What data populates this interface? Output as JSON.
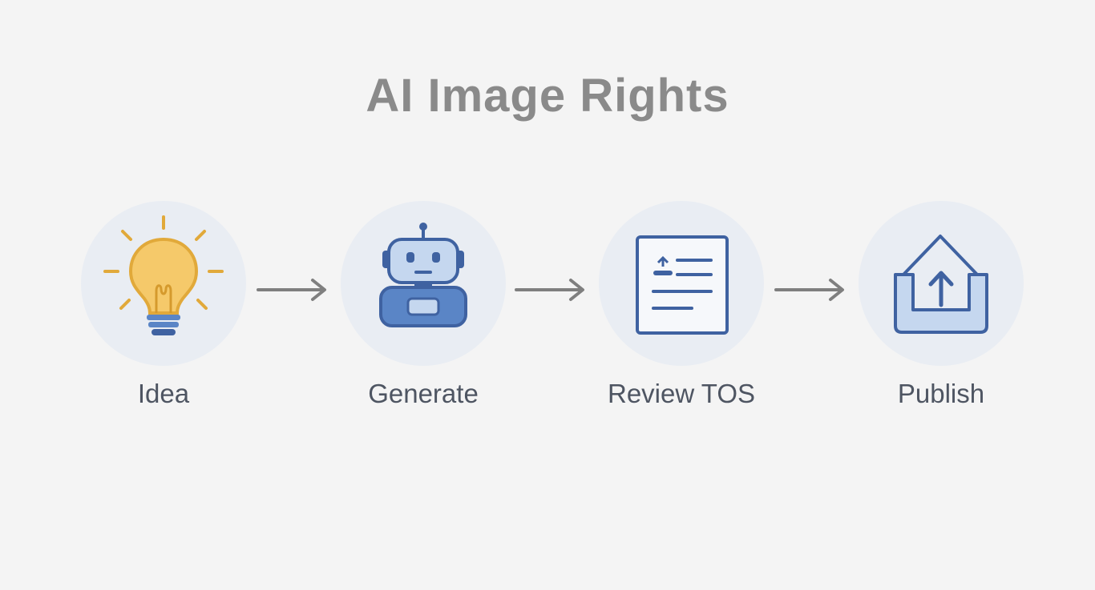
{
  "title": "AI Image Rights",
  "steps": [
    {
      "label": "Idea",
      "icon": "lightbulb-icon"
    },
    {
      "label": "Generate",
      "icon": "robot-icon"
    },
    {
      "label": "Review TOS",
      "icon": "document-icon"
    },
    {
      "label": "Publish",
      "icon": "upload-tray-icon"
    }
  ],
  "colors": {
    "background": "#f4f4f4",
    "circle": "#e9edf3",
    "title": "#8a8a8a",
    "label": "#4e5562",
    "arrow": "#7f7f7f",
    "bulb_fill": "#f5c96a",
    "bulb_stroke": "#e1a93a",
    "blue_dark": "#3f62a1",
    "blue_mid": "#5a85c6",
    "blue_light": "#c5d7ef"
  }
}
